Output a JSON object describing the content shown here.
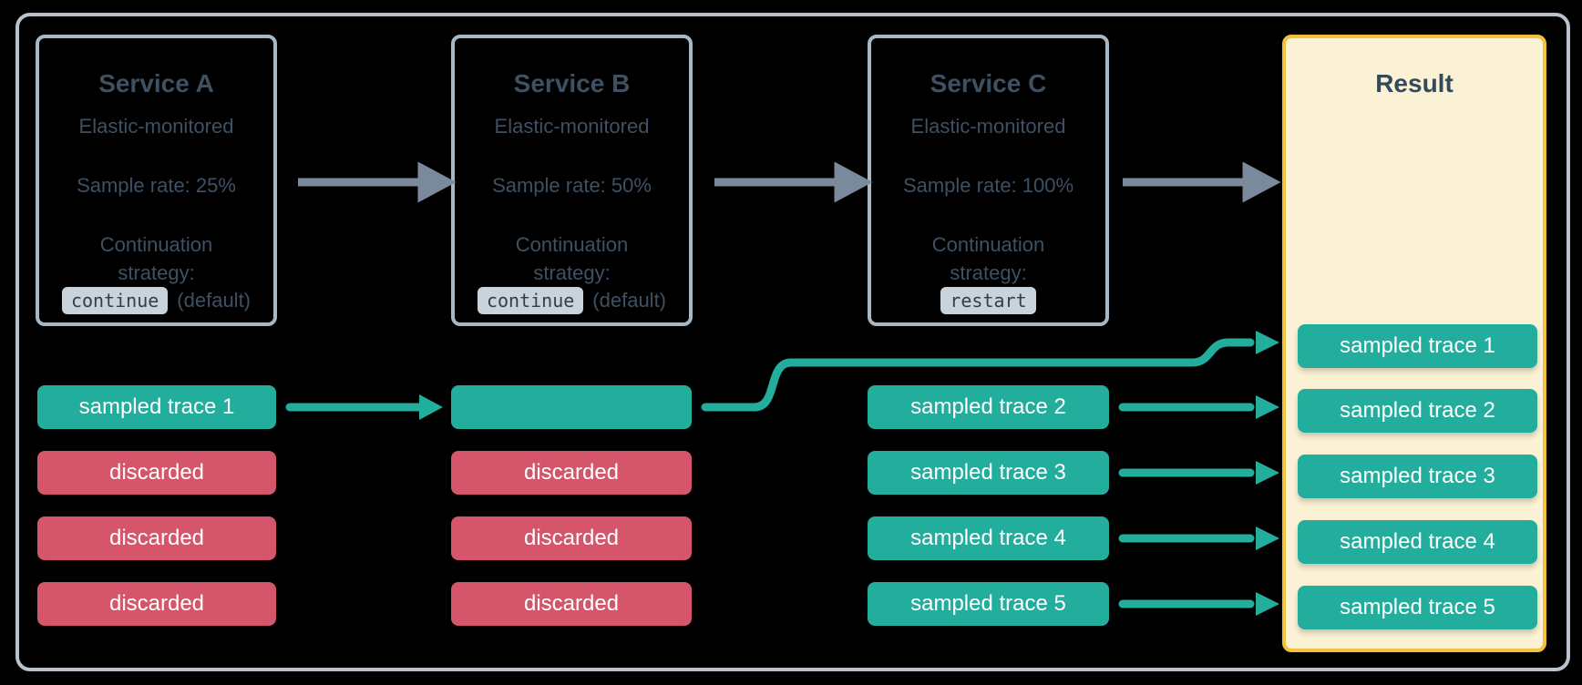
{
  "diagram": {
    "services": [
      {
        "title": "Service A",
        "monitoring": "Elastic-monitored",
        "sample_rate": "Sample rate: 25%",
        "continuation_line1": "Continuation",
        "continuation_line2": "strategy:",
        "strategy_chip": "continue",
        "strategy_suffix": "(default)"
      },
      {
        "title": "Service B",
        "monitoring": "Elastic-monitored",
        "sample_rate": "Sample rate: 50%",
        "continuation_line1": "Continuation",
        "continuation_line2": "strategy:",
        "strategy_chip": "continue",
        "strategy_suffix": "(default)"
      },
      {
        "title": "Service C",
        "monitoring": "Elastic-monitored",
        "sample_rate": "Sample rate: 100%",
        "continuation_line1": "Continuation",
        "continuation_line2": "strategy:",
        "strategy_chip": "restart",
        "strategy_suffix": ""
      }
    ],
    "lanes": {
      "service_a": [
        "sampled trace 1",
        "discarded",
        "discarded",
        "discarded"
      ],
      "service_b": [
        "",
        "discarded",
        "discarded",
        "discarded"
      ],
      "service_c": [
        "sampled trace 2",
        "sampled trace 3",
        "sampled trace 4",
        "sampled trace 5"
      ]
    },
    "result": {
      "title": "Result",
      "pills": [
        "sampled trace 1",
        "sampled trace 2",
        "sampled trace 3",
        "sampled trace 4",
        "sampled trace 5"
      ]
    },
    "colors": {
      "sampled_teal": "#22ad9d",
      "discarded_red": "#d5566b",
      "result_fill": "#fbf1d4",
      "result_border": "#f3c13b",
      "service_border": "#a8b7c4",
      "outer_border": "#b8c3ce",
      "arrow_gray": "#7a8a9c",
      "dark_text": "#334a5c",
      "chip_bg": "#c9d3db"
    }
  }
}
